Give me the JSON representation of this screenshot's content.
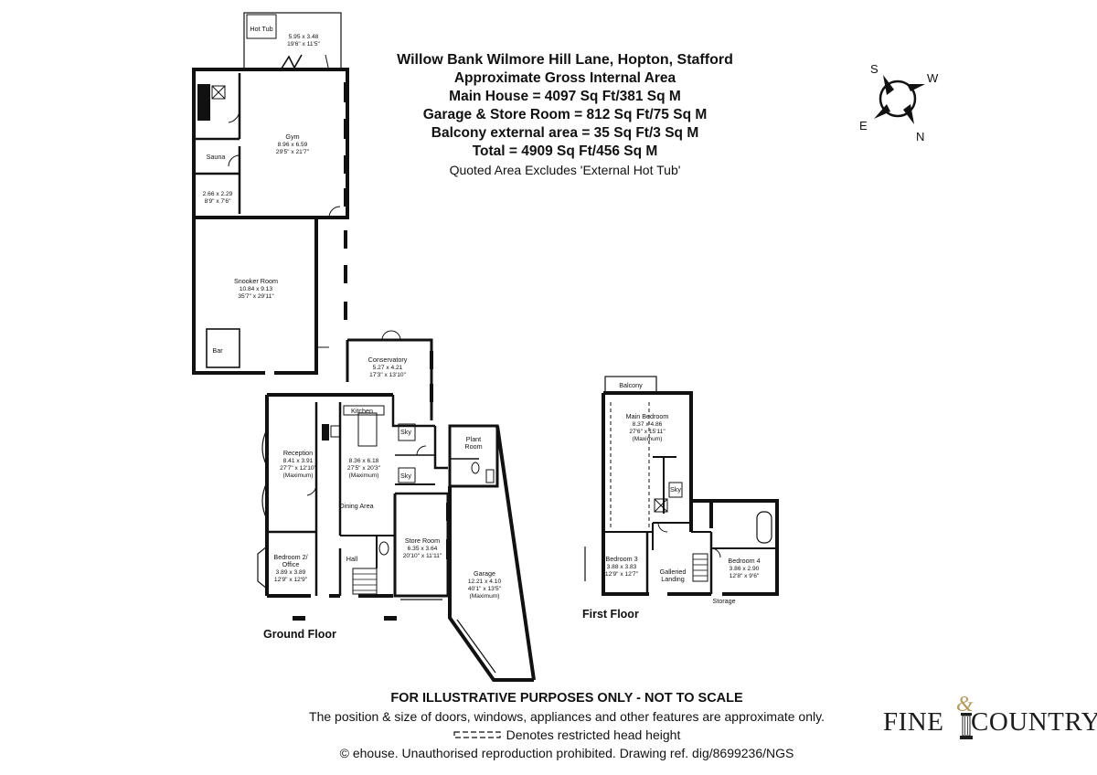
{
  "header": {
    "title": "Willow Bank Wilmore Hill Lane, Hopton, Stafford",
    "lines": [
      "Approximate Gross Internal Area",
      "Main House = 4097 Sq Ft/381 Sq M",
      "Garage & Store Room = 812 Sq Ft/75 Sq M",
      "Balcony external area = 35 Sq Ft/3 Sq M",
      "Total = 4909 Sq Ft/456 Sq M"
    ],
    "note": "Quoted Area Excludes 'External Hot Tub'"
  },
  "compass": {
    "s": "S",
    "w": "W",
    "e": "E",
    "n": "N"
  },
  "floors": {
    "ground": "Ground Floor",
    "first": "First Floor"
  },
  "rooms": {
    "hot_tub": {
      "name": "Hot Tub",
      "dim": "5.95 x 3.48",
      "imp": "19'6\" x 11'5\""
    },
    "gym": {
      "name": "Gym",
      "dim": "8.96 x 6.59",
      "imp": "29'5\" x 21'7\""
    },
    "sauna": {
      "name": "Sauna"
    },
    "sauna_ante": {
      "dim": "2.66 x 2.29",
      "imp": "8'9\" x 7'6\""
    },
    "snooker": {
      "name": "Snooker Room",
      "dim": "10.84 x 9.13",
      "imp": "35'7\" x 29'11\""
    },
    "bar": {
      "name": "Bar"
    },
    "conservatory": {
      "name": "Conservatory",
      "dim": "5.27 x 4.21",
      "imp": "17'3\" x 13'10\""
    },
    "kitchen": {
      "name": "Kitchen",
      "dim": "8.36 x 6.18",
      "imp": "27'5\" x 20'3\"",
      "max": "(Maximum)"
    },
    "sky1": {
      "name": "Sky"
    },
    "sky2": {
      "name": "Sky"
    },
    "sky3": {
      "name": "Sky"
    },
    "reception": {
      "name": "Reception",
      "dim": "8.41 x 3.91",
      "imp": "27'7\" x 12'10\"",
      "max": "(Maximum)"
    },
    "dining": {
      "name": "Dining Area"
    },
    "hall": {
      "name": "Hall"
    },
    "bedroom2": {
      "name": "Bedroom 2/",
      "name2": "Office",
      "dim": "3.89 x 3.89",
      "imp": "12'9\" x 12'9\""
    },
    "plant": {
      "name": "Plant",
      "name2": "Room"
    },
    "store": {
      "name": "Store Room",
      "dim": "6.35 x 3.64",
      "imp": "20'10\" x 11'11\""
    },
    "garage": {
      "name": "Garage",
      "dim": "12.21 x 4.10",
      "imp": "40'1\" x 13'5\"",
      "max": "(Maximum)"
    },
    "balcony": {
      "name": "Balcony"
    },
    "main_bed": {
      "name": "Main Bedroom",
      "dim": "8.37 x 4.86",
      "imp": "27'6\" x 15'11\"",
      "max": "(Maximum)"
    },
    "bedroom3": {
      "name": "Bedroom 3",
      "dim": "3.88 x 3.83",
      "imp": "12'9\" x 12'7\""
    },
    "landing": {
      "name": "Galleried",
      "name2": "Landing"
    },
    "bedroom4": {
      "name": "Bedroom 4",
      "dim": "3.86 x 2.90",
      "imp": "12'8\" x 9'6\""
    },
    "storage": {
      "name": "Storage"
    }
  },
  "footer": {
    "disclaimer": "FOR ILLUSTRATIVE PURPOSES ONLY - NOT TO SCALE",
    "position_note": "The position & size of doors, windows, appliances and other features are approximate only.",
    "head_height": "Denotes restricted head height",
    "copyright": "© ehouse. Unauthorised reproduction prohibited. Drawing ref. dig/8699236/NGS"
  },
  "brand": {
    "left": "FINE",
    "amp": "&",
    "right": "COUNTRY",
    "gold": "#b39a5c"
  },
  "colors": {
    "wall": "#111111",
    "text": "#111111"
  }
}
